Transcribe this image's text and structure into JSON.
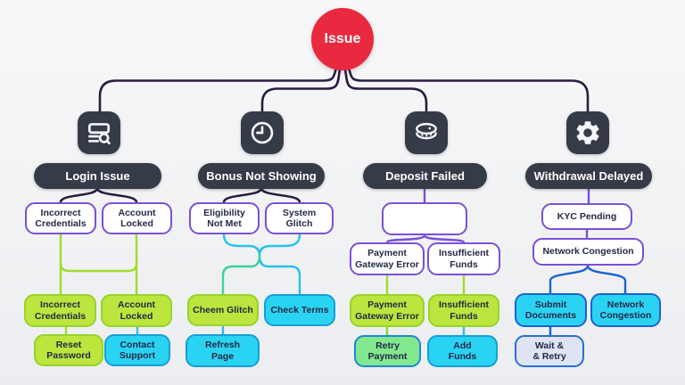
{
  "root": {
    "label": "Issue"
  },
  "colors": {
    "root_fill": "#e8293f",
    "dark_connector": "#2b1c40",
    "dark_node": "#363b48",
    "purple_border": "#7b50d6",
    "lime_fill": "#bce53e",
    "cyan_fill": "#2bd3f3",
    "mint_fill": "#82e88e",
    "lavender_fill": "#dee4f3",
    "blue_connector": "#1d63cf",
    "lime_connector": "#9edc2b"
  },
  "branches": [
    {
      "icon": "list-search-icon",
      "title": "Login Issue",
      "level2": [
        "Incorrect\nCredentials",
        "Account\nLocked"
      ],
      "level3": [
        "Incorrect\nCredentials",
        "Account\nLocked"
      ],
      "level4": [
        "Reset\nPassword",
        "Contact\nSupport"
      ]
    },
    {
      "icon": "clock-icon",
      "title": "Bonus Not Showing",
      "level2": [
        "Eligibility\nNot Met",
        "System\nGlitch"
      ],
      "level3": [
        "Cheem Glitch",
        "Check Terms"
      ],
      "level4": [
        "Refresh\nPage"
      ]
    },
    {
      "icon": "coins-icon",
      "title": "Deposit Failed",
      "level2": [
        "",
        "Payment\nGateway Error",
        "Insufficient\nFunds"
      ],
      "level3": [
        "Payment\nGateway Error",
        "Insufficient\nFunds"
      ],
      "level4": [
        "Retry\nPayment",
        "Add\nFunds"
      ]
    },
    {
      "icon": "gear-icon",
      "title": "Withdrawal Delayed",
      "level2": [
        "KYC Pending",
        "Network Congestion"
      ],
      "level3": [
        "Submit\nDocuments",
        "Network\nCongestion"
      ],
      "level4": [
        "Wait &\n& Retry"
      ]
    }
  ]
}
